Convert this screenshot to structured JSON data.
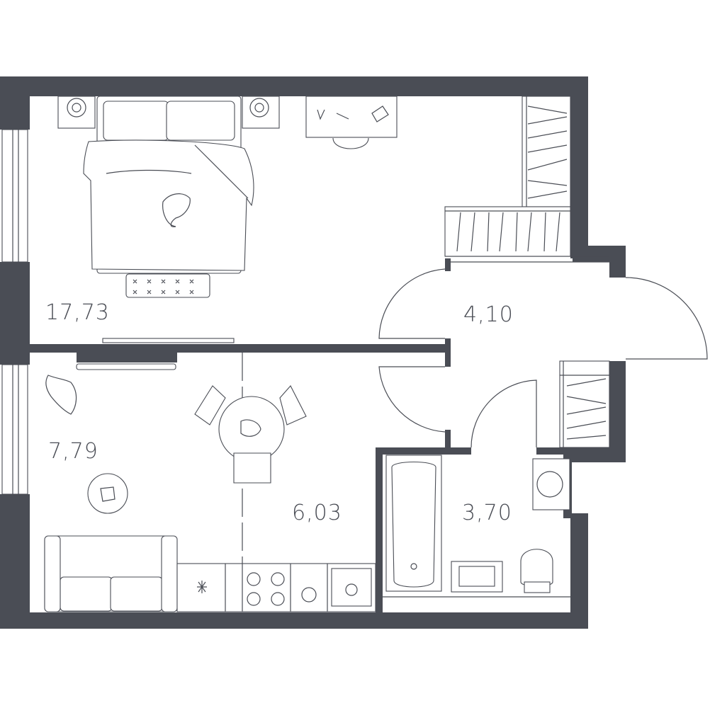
{
  "rooms": [
    {
      "id": "bedroom",
      "area": "17,73"
    },
    {
      "id": "hallway",
      "area": "4,10"
    },
    {
      "id": "living",
      "area": "7,79"
    },
    {
      "id": "kitchen",
      "area": "6,03"
    },
    {
      "id": "bathroom",
      "area": "3,70"
    }
  ],
  "colors": {
    "wall": "#4a4d55",
    "background": "#ffffff"
  }
}
